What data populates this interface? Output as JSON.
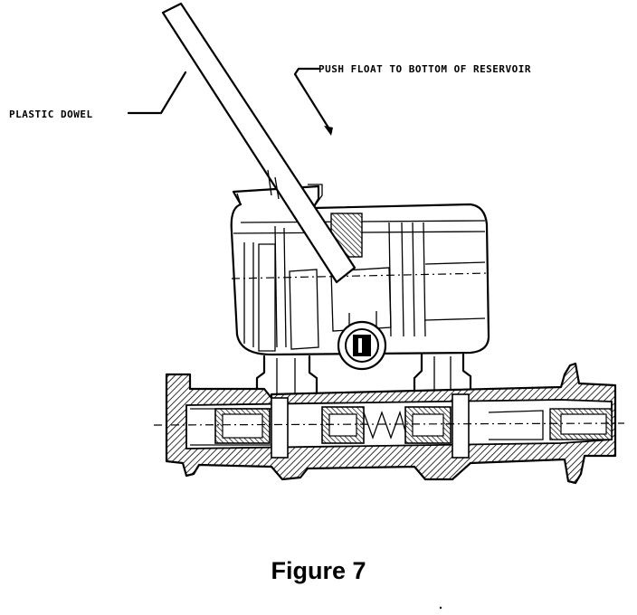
{
  "labels": {
    "dowel": "PLASTIC DOWEL",
    "instruction": "PUSH FLOAT TO BOTTOM OF RESERVOIR"
  },
  "caption": "Figure 7"
}
